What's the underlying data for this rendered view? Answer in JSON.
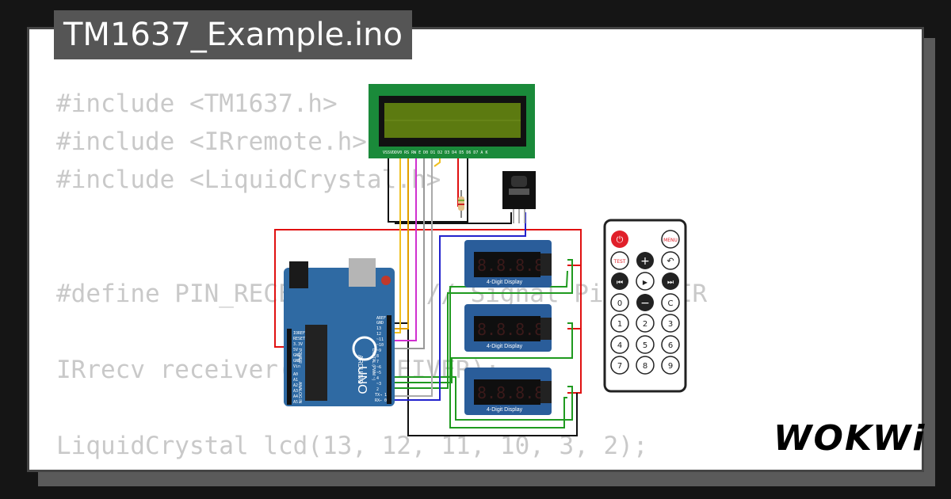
{
  "title": "TM1637_Example.ino",
  "code_lines": [
    "#include <TM1637.h>",
    "#include <IRremote.h>",
    "#include <LiquidCrystal.h>",
    "",
    "",
    "#define PIN_RECEIVER 2   // Signal Pin of IR",
    "",
    "IRrecv receiver(PIN_RECEIVER);",
    "",
    "LiquidCrystal lcd(13, 12, 11, 10, 3, 2);"
  ],
  "logo_text": "WOKWi",
  "components": {
    "lcd": {
      "pin_labels": "VSSVDDV0 RS RW E D0 D1 D2 D3 D4 D5 D6 D7 A K"
    },
    "arduino": {
      "brand": "ARDUINO",
      "model": "UNO",
      "power_label": "POWER",
      "analog_label": "ANALOG IN",
      "digital_label": "DIGITAL (PWM ~)",
      "power_pins": [
        "IOREF",
        "RESET",
        "3.3V",
        "5V",
        "GND",
        "GND",
        "Vin"
      ],
      "analog_pins": [
        "A0",
        "A1",
        "A2",
        "A3",
        "A4",
        "A5"
      ],
      "digital_pins": [
        "AREF",
        "GND",
        "13",
        "12",
        "~11",
        "~10",
        "~9",
        "8",
        "7",
        "~6",
        "~5",
        "4",
        "~3",
        "2",
        "TX→ 1",
        "RX← 0"
      ]
    },
    "displays": [
      "4-Digit Display",
      "4-Digit Display",
      "4-Digit Display"
    ],
    "display_digits": "8.8.8.8.",
    "remote": {
      "keys": [
        "⏻",
        "MENU",
        "TEST",
        "+",
        "↶",
        "⏮",
        "▶",
        "⏭",
        "0",
        "−",
        "C",
        "1",
        "2",
        "3",
        "4",
        "5",
        "6",
        "7",
        "8",
        "9"
      ]
    }
  },
  "colors": {
    "wire_red": "#e01010",
    "wire_black": "#111111",
    "wire_green": "#1f9a1f",
    "wire_blue": "#2222cc",
    "wire_yellow": "#f0c020",
    "wire_magenta": "#d030d0",
    "board": "#2f6aa3",
    "display_board": "#2a5d9a",
    "lcd_pcb": "#1a8a3a",
    "lcd_screen": "#5c7a10"
  }
}
